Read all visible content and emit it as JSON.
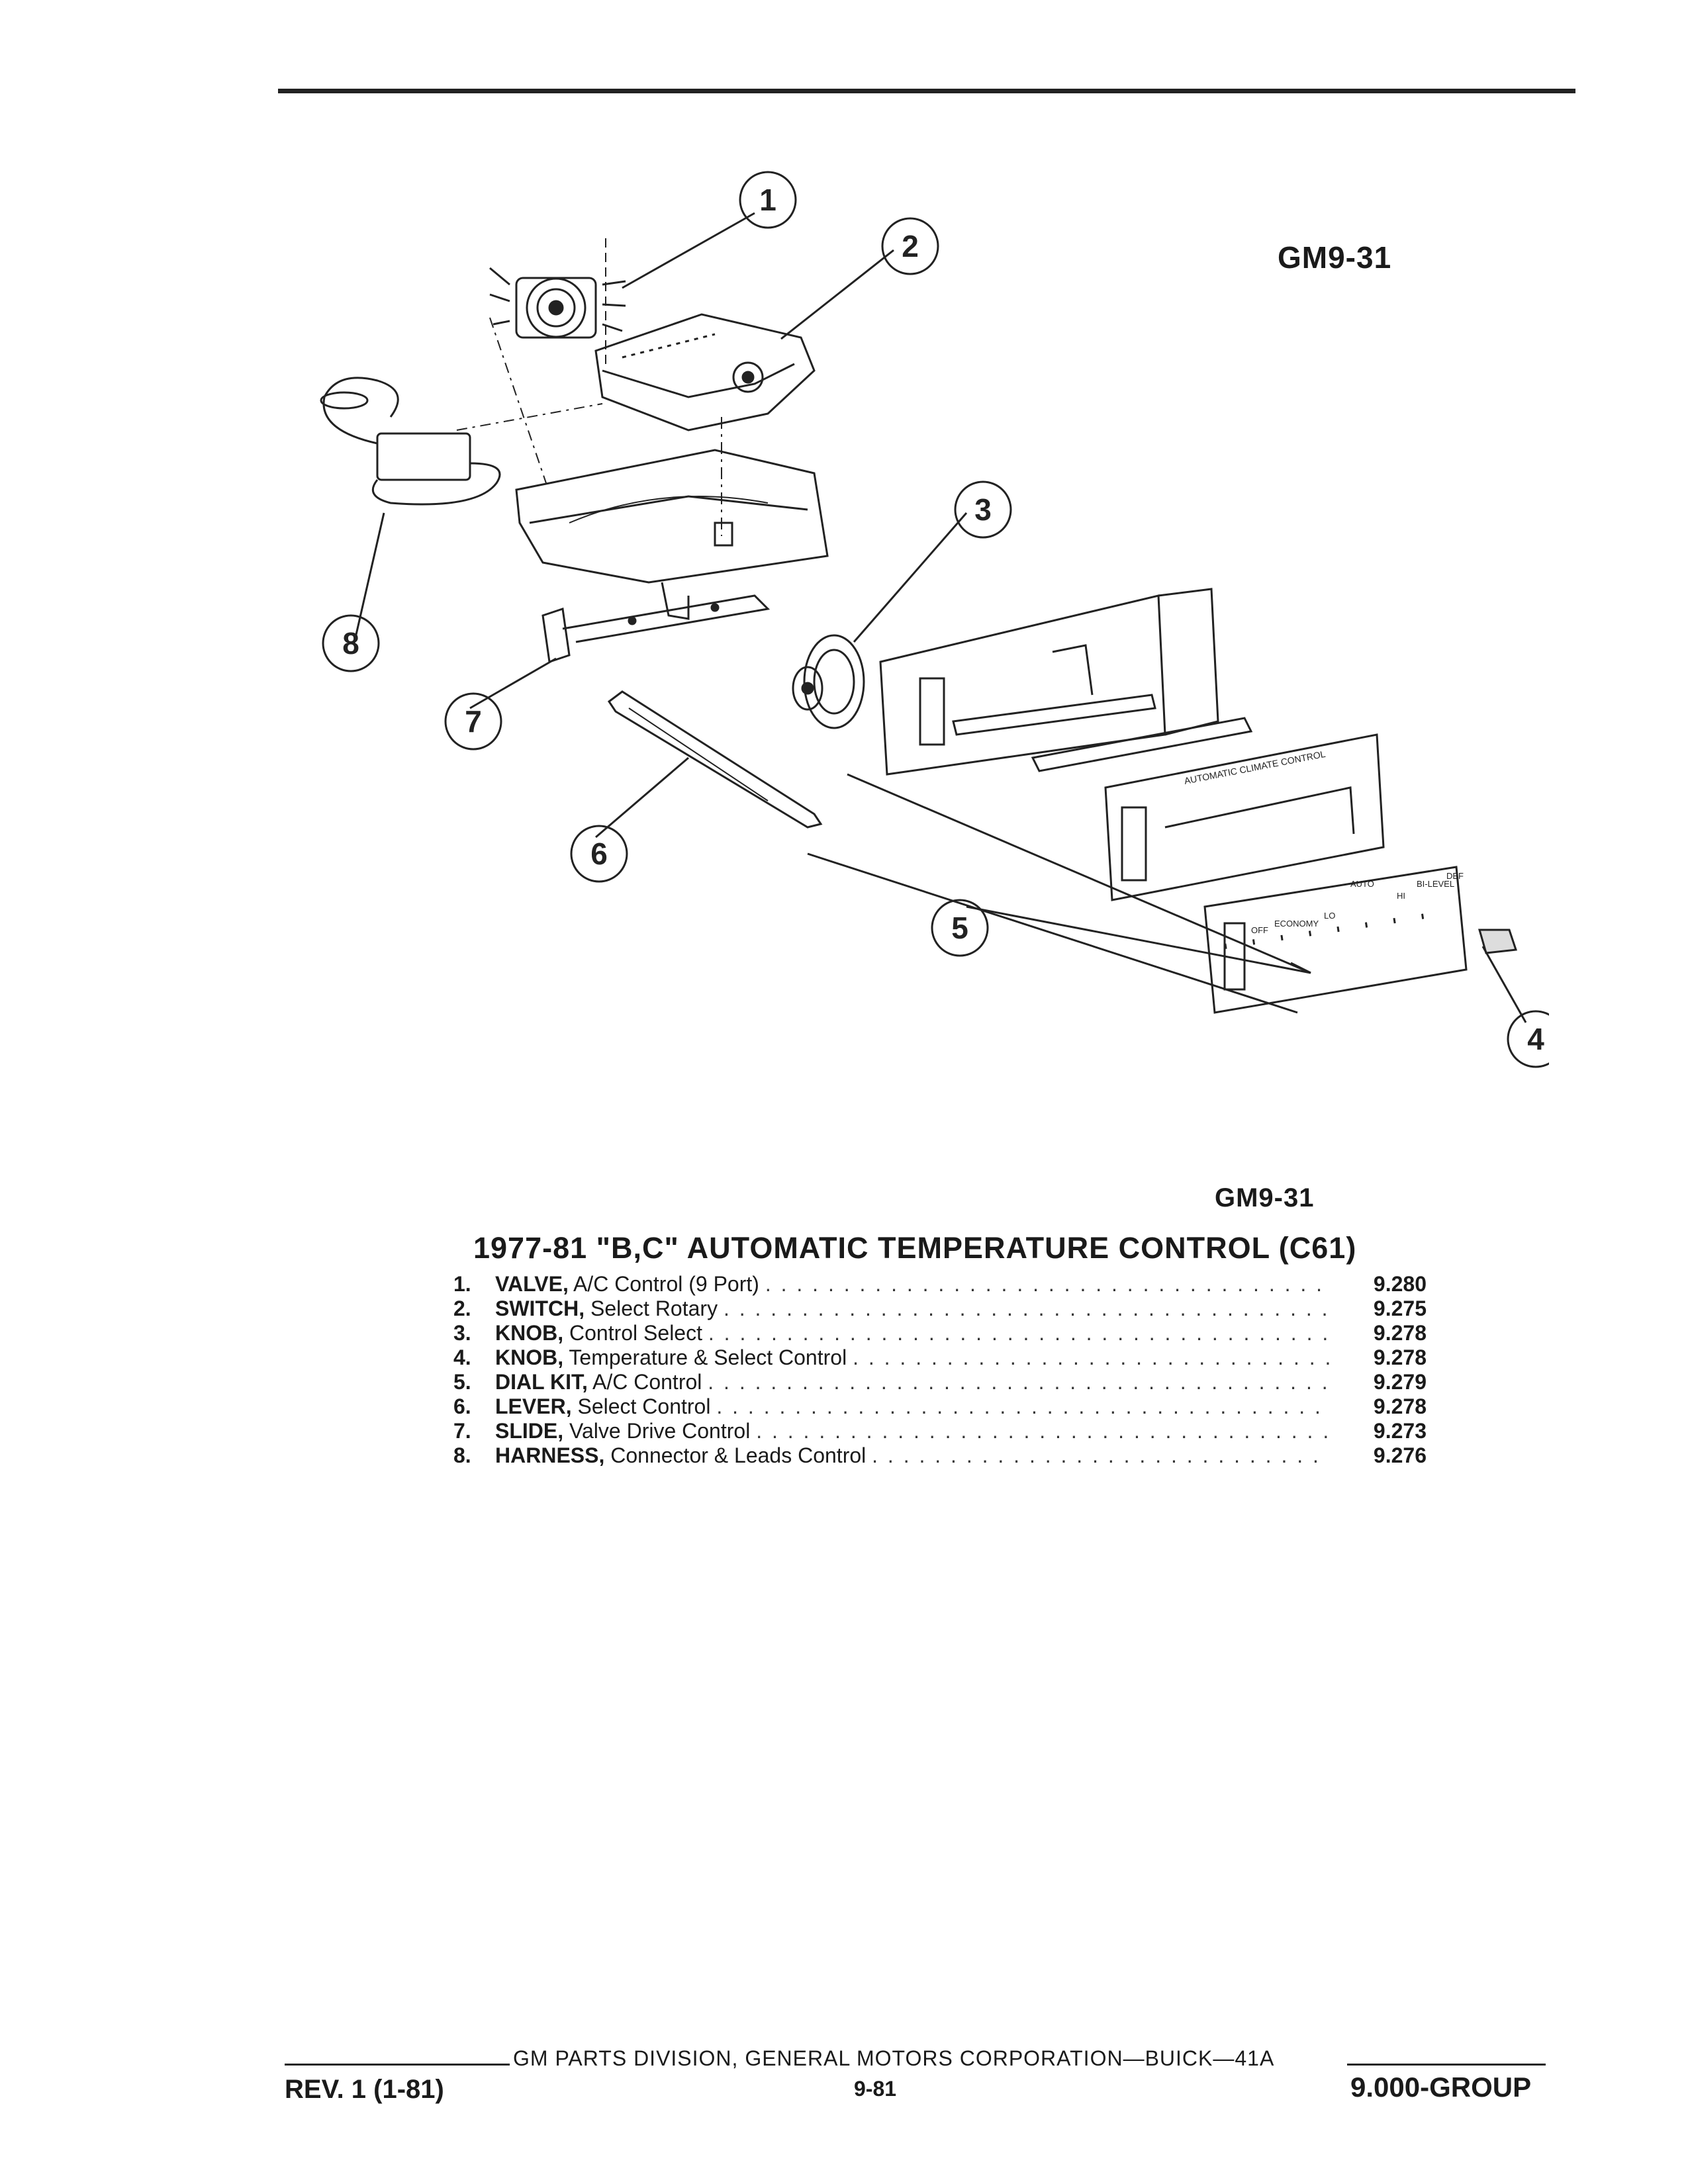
{
  "figure_code_top": "GM9-31",
  "figure_code_bottom": "GM9-31",
  "diagram": {
    "callouts": [
      "1",
      "2",
      "3",
      "4",
      "5",
      "6",
      "7",
      "8"
    ],
    "panel_label": "AUTOMATIC CLIMATE CONTROL",
    "face_labels": [
      "OFF",
      "ECONOMY",
      "LO",
      "AUTO",
      "HI",
      "BI-LEVEL",
      "DEF"
    ]
  },
  "caption": "1977-81 \"B,C\" AUTOMATIC TEMPERATURE CONTROL (C61)",
  "parts": [
    {
      "num": "1.",
      "name": "VALVE,",
      "desc": "A/C Control (9 Port)",
      "ref": "9.280"
    },
    {
      "num": "2.",
      "name": "SWITCH,",
      "desc": "Select Rotary",
      "ref": "9.275"
    },
    {
      "num": "3.",
      "name": "KNOB,",
      "desc": "Control Select",
      "ref": "9.278"
    },
    {
      "num": "4.",
      "name": "KNOB,",
      "desc": "Temperature & Select Control",
      "ref": "9.278"
    },
    {
      "num": "5.",
      "name": "DIAL KIT,",
      "desc": "A/C Control",
      "ref": "9.279"
    },
    {
      "num": "6.",
      "name": "LEVER,",
      "desc": "Select Control",
      "ref": "9.278"
    },
    {
      "num": "7.",
      "name": "SLIDE,",
      "desc": "Valve Drive Control",
      "ref": "9.273"
    },
    {
      "num": "8.",
      "name": "HARNESS,",
      "desc": "Connector & Leads Control",
      "ref": "9.276"
    }
  ],
  "leader_dots": ". . . . . . . . . . . . . . . . . . . . . . . . . . . . . . . . . . . . . . . . . . . . . . . . . . . . . . . . . . . . . . . . .",
  "footer": {
    "title": "GM PARTS DIVISION, GENERAL MOTORS CORPORATION—BUICK—41A",
    "revision": "REV. 1 (1-81)",
    "page": "9-81",
    "group": "9.000-GROUP"
  }
}
